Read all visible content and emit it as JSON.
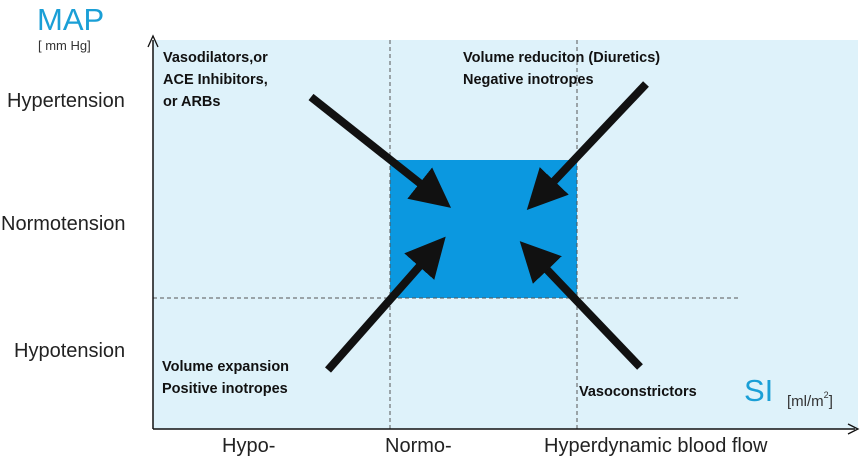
{
  "y_axis": {
    "title": "MAP",
    "unit": "[ mm Hg]",
    "levels": [
      "Hypertension",
      "Normotension",
      "Hypotension"
    ]
  },
  "x_axis": {
    "title": "SI",
    "unit_prefix": "[ml/m",
    "unit_sup": "2",
    "unit_suffix": "]",
    "levels": [
      "Hypo-",
      "Normo-",
      "Hyperdynamic blood flow"
    ]
  },
  "quadrants": {
    "top_left": [
      "Vasodilators,or",
      "ACE Inhibitors,",
      "or ARBs"
    ],
    "top_right": [
      "Volume reduciton (Diuretics)",
      "Negative inotropes"
    ],
    "bottom_left": [
      "Volume expansion",
      "Positive inotropes"
    ],
    "bottom_right": [
      "Vasoconstrictors"
    ]
  },
  "colors": {
    "background_panel": "#def2fa",
    "target_zone": "#0b98e0",
    "axis_title": "#1a9fd6",
    "arrow": "#111111",
    "gridline": "#555555"
  }
}
